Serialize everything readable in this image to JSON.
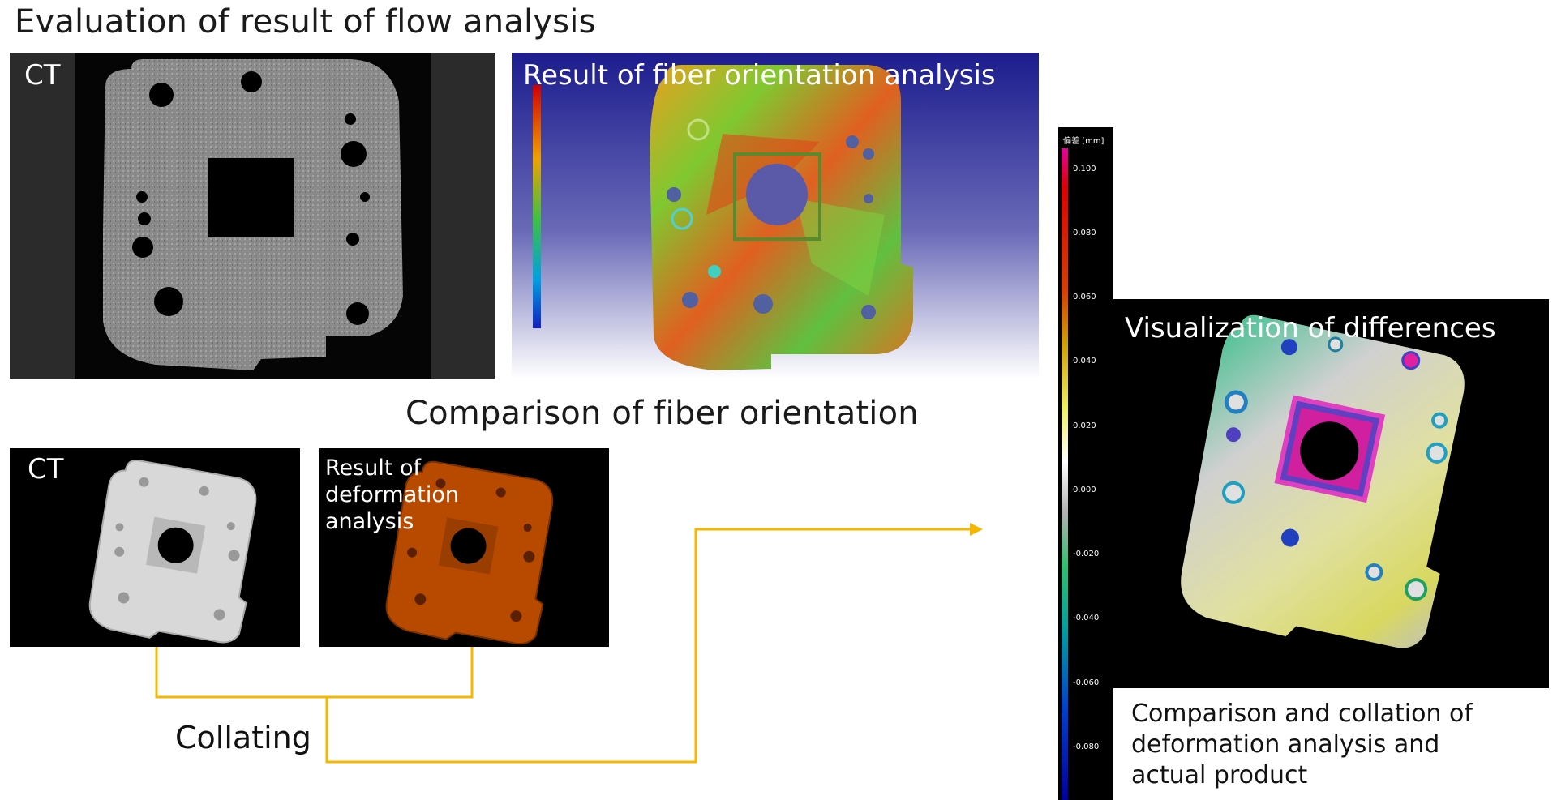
{
  "title": "Evaluation of result of flow analysis",
  "ct_top_label": "CT",
  "fiber_label": "Result of fiber orientation analysis",
  "comparison_title": "Comparison of fiber orientation",
  "ct_small_label": "CT",
  "deformation_label_lines": [
    "Result of",
    "deformation",
    "analysis"
  ],
  "collating_label": "Collating",
  "diff_title": "Visualization of differences",
  "caption_lines": [
    "Comparison and collation of",
    "deformation analysis and",
    "actual product"
  ],
  "color_scale": {
    "unit_label": "偏差 [mm]",
    "ticks": [
      "0.100",
      "0.080",
      "0.060",
      "0.040",
      "0.020",
      "0.000",
      "-0.020",
      "-0.040",
      "-0.060",
      "-0.080"
    ]
  },
  "colors": {
    "connector": "#f5b800",
    "deformation_part": "#b84a00",
    "fiber_bg_top": "#1a1a8c",
    "fiber_bg_bottom": "#ffffff"
  }
}
